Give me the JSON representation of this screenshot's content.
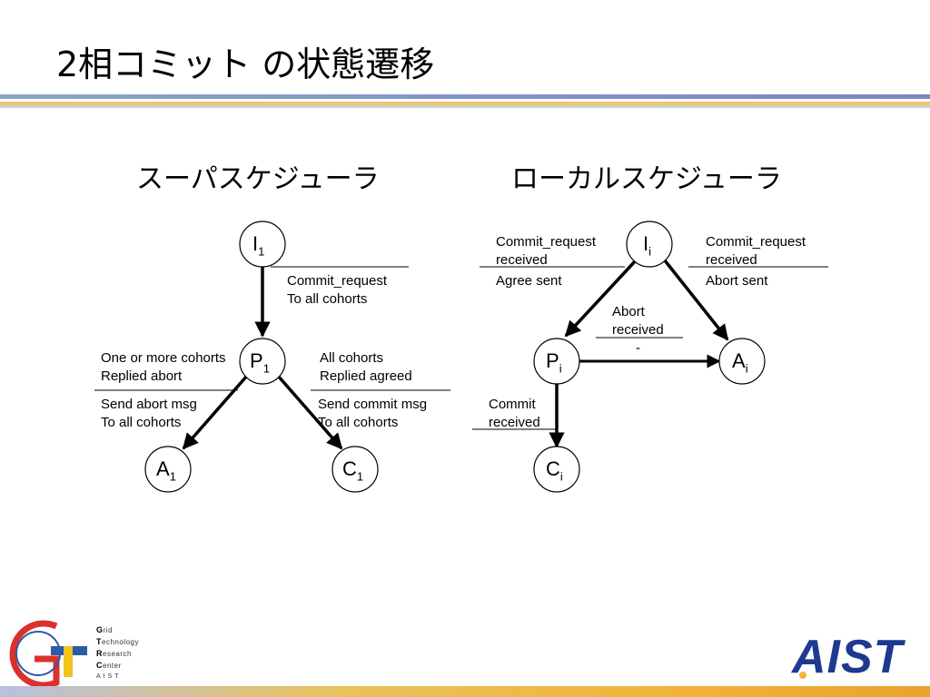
{
  "slide": {
    "title": "2相コミット の状態遷移"
  },
  "left": {
    "heading": "スーパスケジューラ",
    "nodes": {
      "I": {
        "main": "I",
        "sub": "1"
      },
      "P": {
        "main": "P",
        "sub": "1"
      },
      "A": {
        "main": "A",
        "sub": "1"
      },
      "C": {
        "main": "C",
        "sub": "1"
      }
    },
    "labels": {
      "i_to_p_top": "",
      "i_to_p_bottom": "Commit_request\nTo all cohorts",
      "p_to_a_top": "One or more cohorts\nReplied abort",
      "p_to_a_bottom": "Send abort msg\nTo all cohorts",
      "p_to_c_top": "All cohorts\nReplied agreed",
      "p_to_c_bottom": "Send commit msg\nTo all cohorts"
    }
  },
  "right": {
    "heading": "ローカルスケジューラ",
    "nodes": {
      "I": {
        "main": "I",
        "sub": "i"
      },
      "P": {
        "main": "P",
        "sub": "i"
      },
      "A": {
        "main": "A",
        "sub": "i"
      },
      "C": {
        "main": "C",
        "sub": "i"
      }
    },
    "labels": {
      "i_to_p_top": "Commit_request\nreceived",
      "i_to_p_bottom": "Agree sent",
      "i_to_a_top": "Commit_request\nreceived",
      "i_to_a_bottom": "Abort sent",
      "p_to_a_top": "Abort\nreceived",
      "p_to_a_bottom": "-",
      "p_to_c_top": "Commit\nreceived"
    }
  },
  "footer": {
    "logo_lines": [
      {
        "initial": "G",
        "rest": "rid"
      },
      {
        "initial": "T",
        "rest": "echnology"
      },
      {
        "initial": "R",
        "rest": "esearch"
      },
      {
        "initial": "C",
        "rest": "enter"
      }
    ],
    "logo_last": "AIST",
    "aist_mark": "AIST"
  },
  "colors": {
    "accent_blue": "#1e3a8f",
    "accent_gold": "#f1b53a",
    "logo_red": "#d9322b",
    "logo_blue": "#2c5aa8",
    "logo_yellow": "#f0c419"
  }
}
